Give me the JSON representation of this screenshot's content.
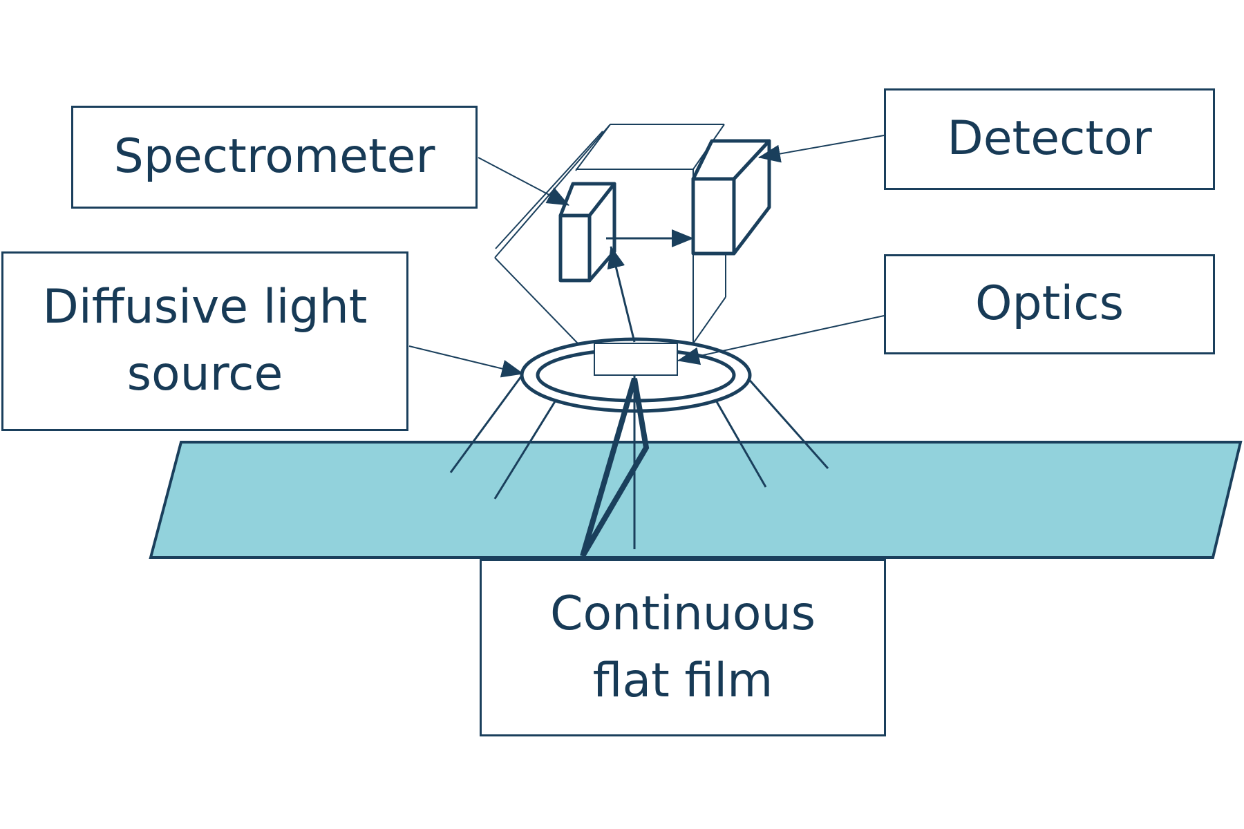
{
  "labels": {
    "spectrometer": "Spectrometer",
    "detector": "Detector",
    "diffusive_line1": "Diffusive light",
    "diffusive_line2": "source",
    "optics": "Optics",
    "film_line1": "Continuous",
    "film_line2": "flat film"
  },
  "colors": {
    "ink": "#1a3f5c",
    "text": "#173a56",
    "film_fill": "#92d2dc"
  }
}
